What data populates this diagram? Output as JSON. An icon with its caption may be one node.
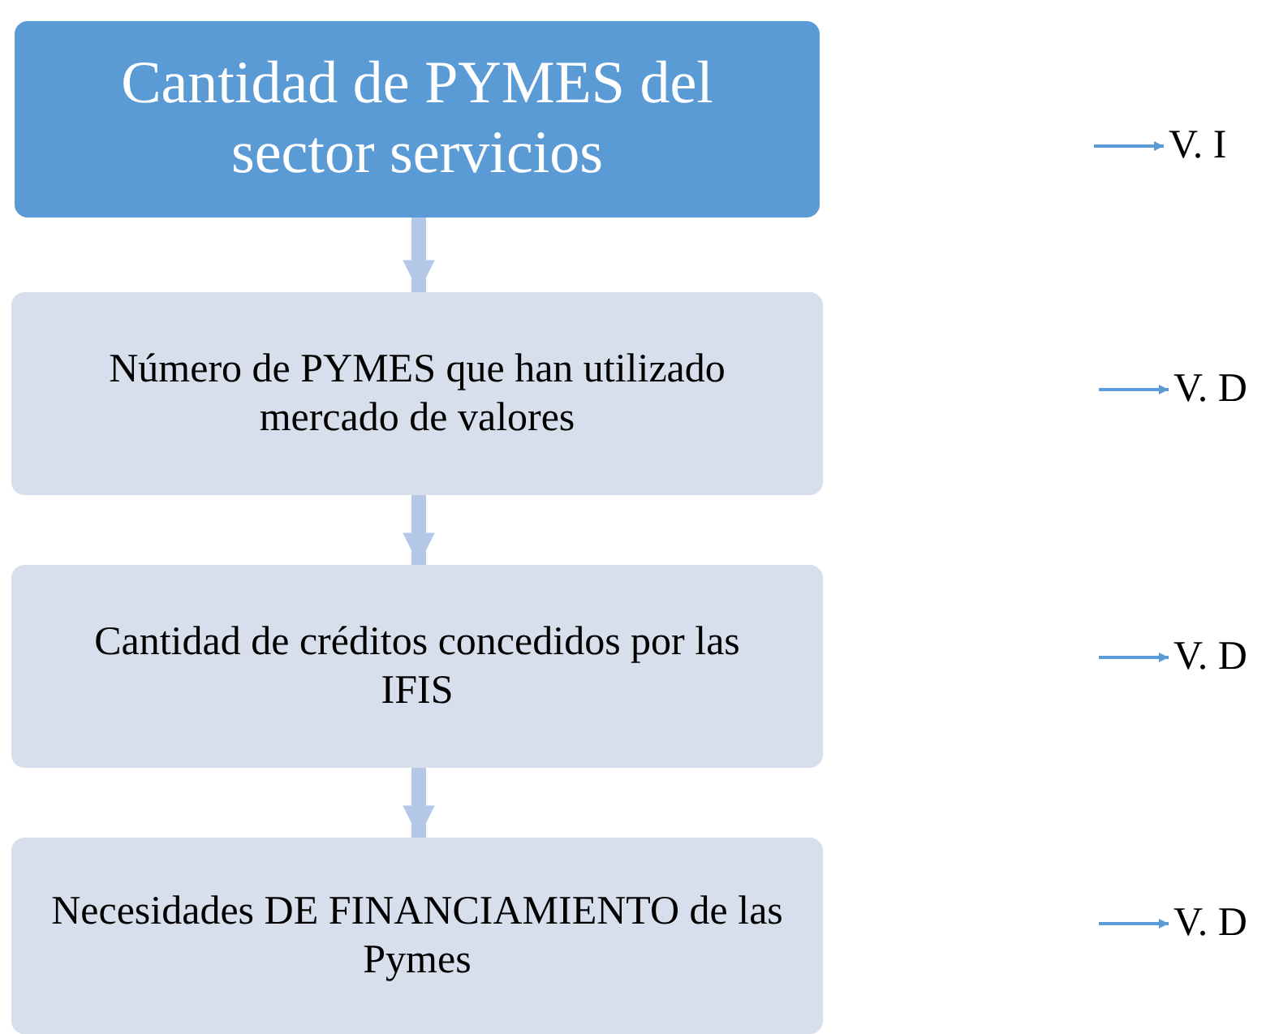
{
  "diagram": {
    "nodes": [
      {
        "text": [
          "Cantidad de PYMES del sector servicios"
        ]
      },
      {
        "text": [
          "Número de PYMES que han utilizado mercado de valores"
        ]
      },
      {
        "text": [
          "Cantidad de créditos concedidos por las IFIS"
        ]
      },
      {
        "text": [
          "Necesidades DE FINANCIAMIENTO de las Pymes"
        ]
      },
      {
        "text": [
          "V. I"
        ]
      },
      {
        "text": [
          "V. D"
        ]
      },
      {
        "text": [
          "V. D"
        ]
      },
      {
        "text": [
          "V. D"
        ]
      }
    ],
    "edges": [
      {
        "from": 0,
        "to": 1,
        "arrow": "to",
        "style": "thick",
        "color": "#b4c7e7"
      },
      {
        "from": 1,
        "to": 2,
        "arrow": "to",
        "style": "thick",
        "color": "#b4c7e7"
      },
      {
        "from": 2,
        "to": 3,
        "arrow": "to",
        "style": "thick",
        "color": "#b4c7e7"
      },
      {
        "from": null,
        "to": 4,
        "arrow": "to"
      },
      {
        "from": null,
        "to": 5,
        "arrow": "to"
      },
      {
        "from": null,
        "to": 6,
        "arrow": "to"
      },
      {
        "from": null,
        "to": 7,
        "arrow": "to"
      }
    ]
  }
}
